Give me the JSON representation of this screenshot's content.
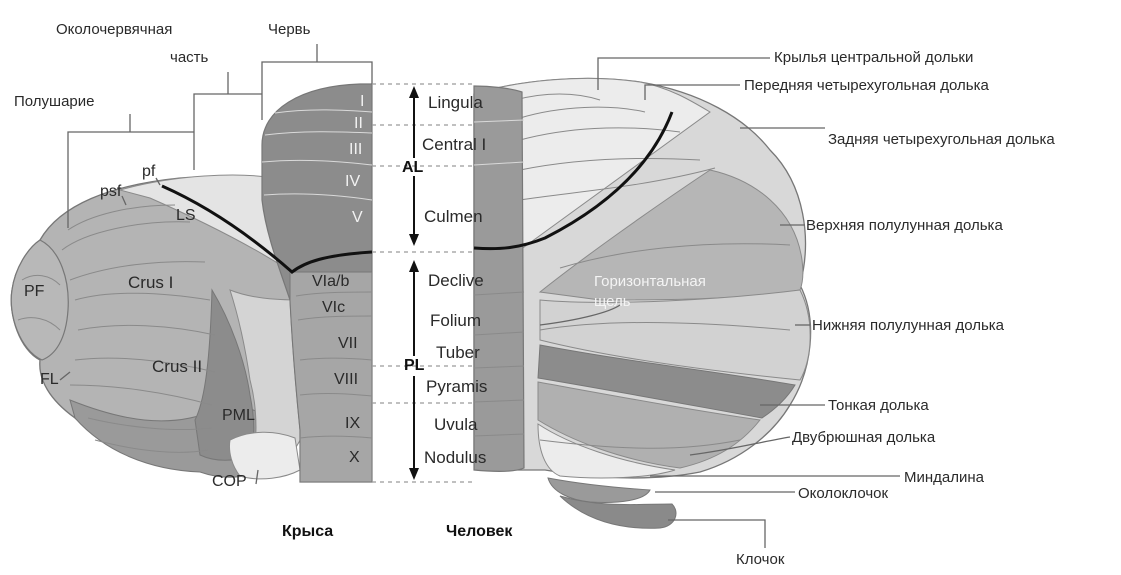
{
  "colors": {
    "dark": "#8c8c8c",
    "mid": "#b4b4b4",
    "light": "#d0d0d0",
    "pale": "#e9e9e9",
    "outline": "#777777",
    "fissure": "#111111"
  },
  "group_labels": {
    "vermis": "Червь",
    "paravermis_line1": "Околочервячная",
    "paravermis_line2": "часть",
    "hemisphere": "Полушарие"
  },
  "rat_labels": {
    "pf": "pf",
    "psf": "psf",
    "ls": "LS",
    "pf_big": "PF",
    "crus1": "Crus I",
    "crus2": "Crus II",
    "fl": "FL",
    "pml": "PML",
    "cop": "COP",
    "lobule_i": "I",
    "lobule_ii": "II",
    "lobule_iii": "III",
    "lobule_iv": "IV",
    "lobule_v": "V",
    "lobule_via": "VIa/b",
    "lobule_vic": "VIc",
    "lobule_vii": "VII",
    "lobule_viii": "VIII",
    "lobule_ix": "IX",
    "lobule_x": "X"
  },
  "center_labels": {
    "lingula": "Lingula",
    "central": "Central I",
    "al": "AL",
    "culmen": "Culmen",
    "declive": "Declive",
    "folium": "Folium",
    "pl": "PL",
    "tuber": "Tuber",
    "pyramis": "Pyramis",
    "uvula": "Uvula",
    "nodulus": "Nodulus"
  },
  "human_labels": {
    "wings_central": "Крылья центральной дольки",
    "anterior_quad": "Передняя четырехугольная долька",
    "posterior_quad": "Задняя четырехугольная долька",
    "superior_semilunar": "Верхняя полулунная долька",
    "horizontal_line1": "Горизонтальная",
    "horizontal_line2": "щель",
    "inferior_semilunar": "Нижняя полулунная долька",
    "gracile": "Тонкая долька",
    "biventral": "Двубрюшная долька",
    "tonsil": "Миндалина",
    "paraflocculus": "Околоклочок",
    "flocculus": "Клочок"
  },
  "captions": {
    "rat": "Крыса",
    "human": "Человек"
  }
}
